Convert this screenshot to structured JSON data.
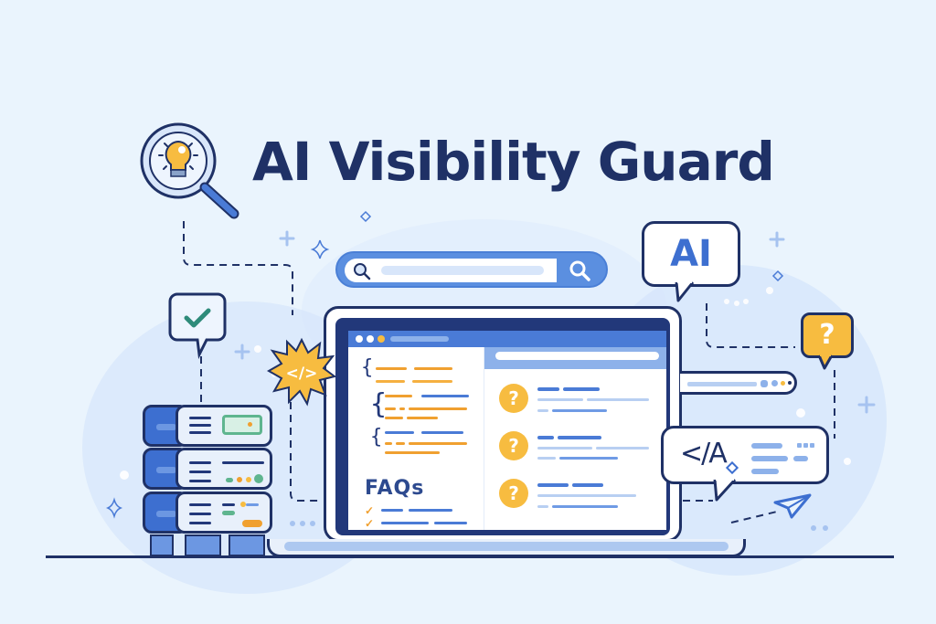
{
  "header": {
    "title": "AI Visibility Guard",
    "icon": "magnifier-lightbulb-icon"
  },
  "search": {
    "placeholder": "",
    "icon_left": "search-icon",
    "icon_right": "search-icon"
  },
  "laptop": {
    "window_dots": 3,
    "code_panel": {
      "braces": [
        "{",
        "{",
        "{"
      ],
      "section_title": "FAQs",
      "check_items": 2
    },
    "faq_panel": {
      "items": [
        {
          "icon": "question-icon",
          "symbol": "?"
        },
        {
          "icon": "question-icon",
          "symbol": "?"
        },
        {
          "icon": "question-icon",
          "symbol": "?"
        }
      ]
    }
  },
  "badges": {
    "code_badge": "</>",
    "check_bubble": "✓",
    "ai_bubble": "AI",
    "question_bubble": "?",
    "code_bubble": "</A"
  },
  "colors": {
    "background": "#eaf4fd",
    "navy": "#1f3166",
    "primary_blue": "#4a7bd6",
    "accent_yellow": "#f7bc40",
    "accent_orange": "#f0a030",
    "check_green": "#2e8b7a"
  }
}
